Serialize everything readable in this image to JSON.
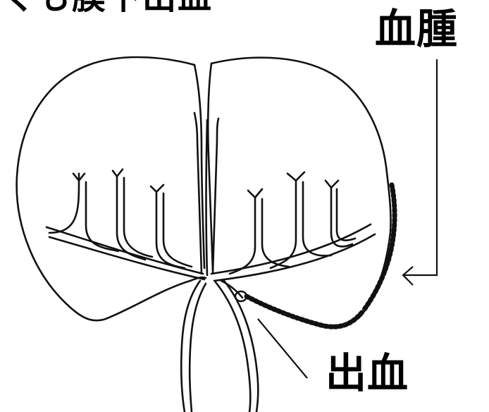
{
  "labels": {
    "title_fragment": "くも膜下出血",
    "hematoma": "血腫",
    "hemorrhage": "出血"
  }
}
